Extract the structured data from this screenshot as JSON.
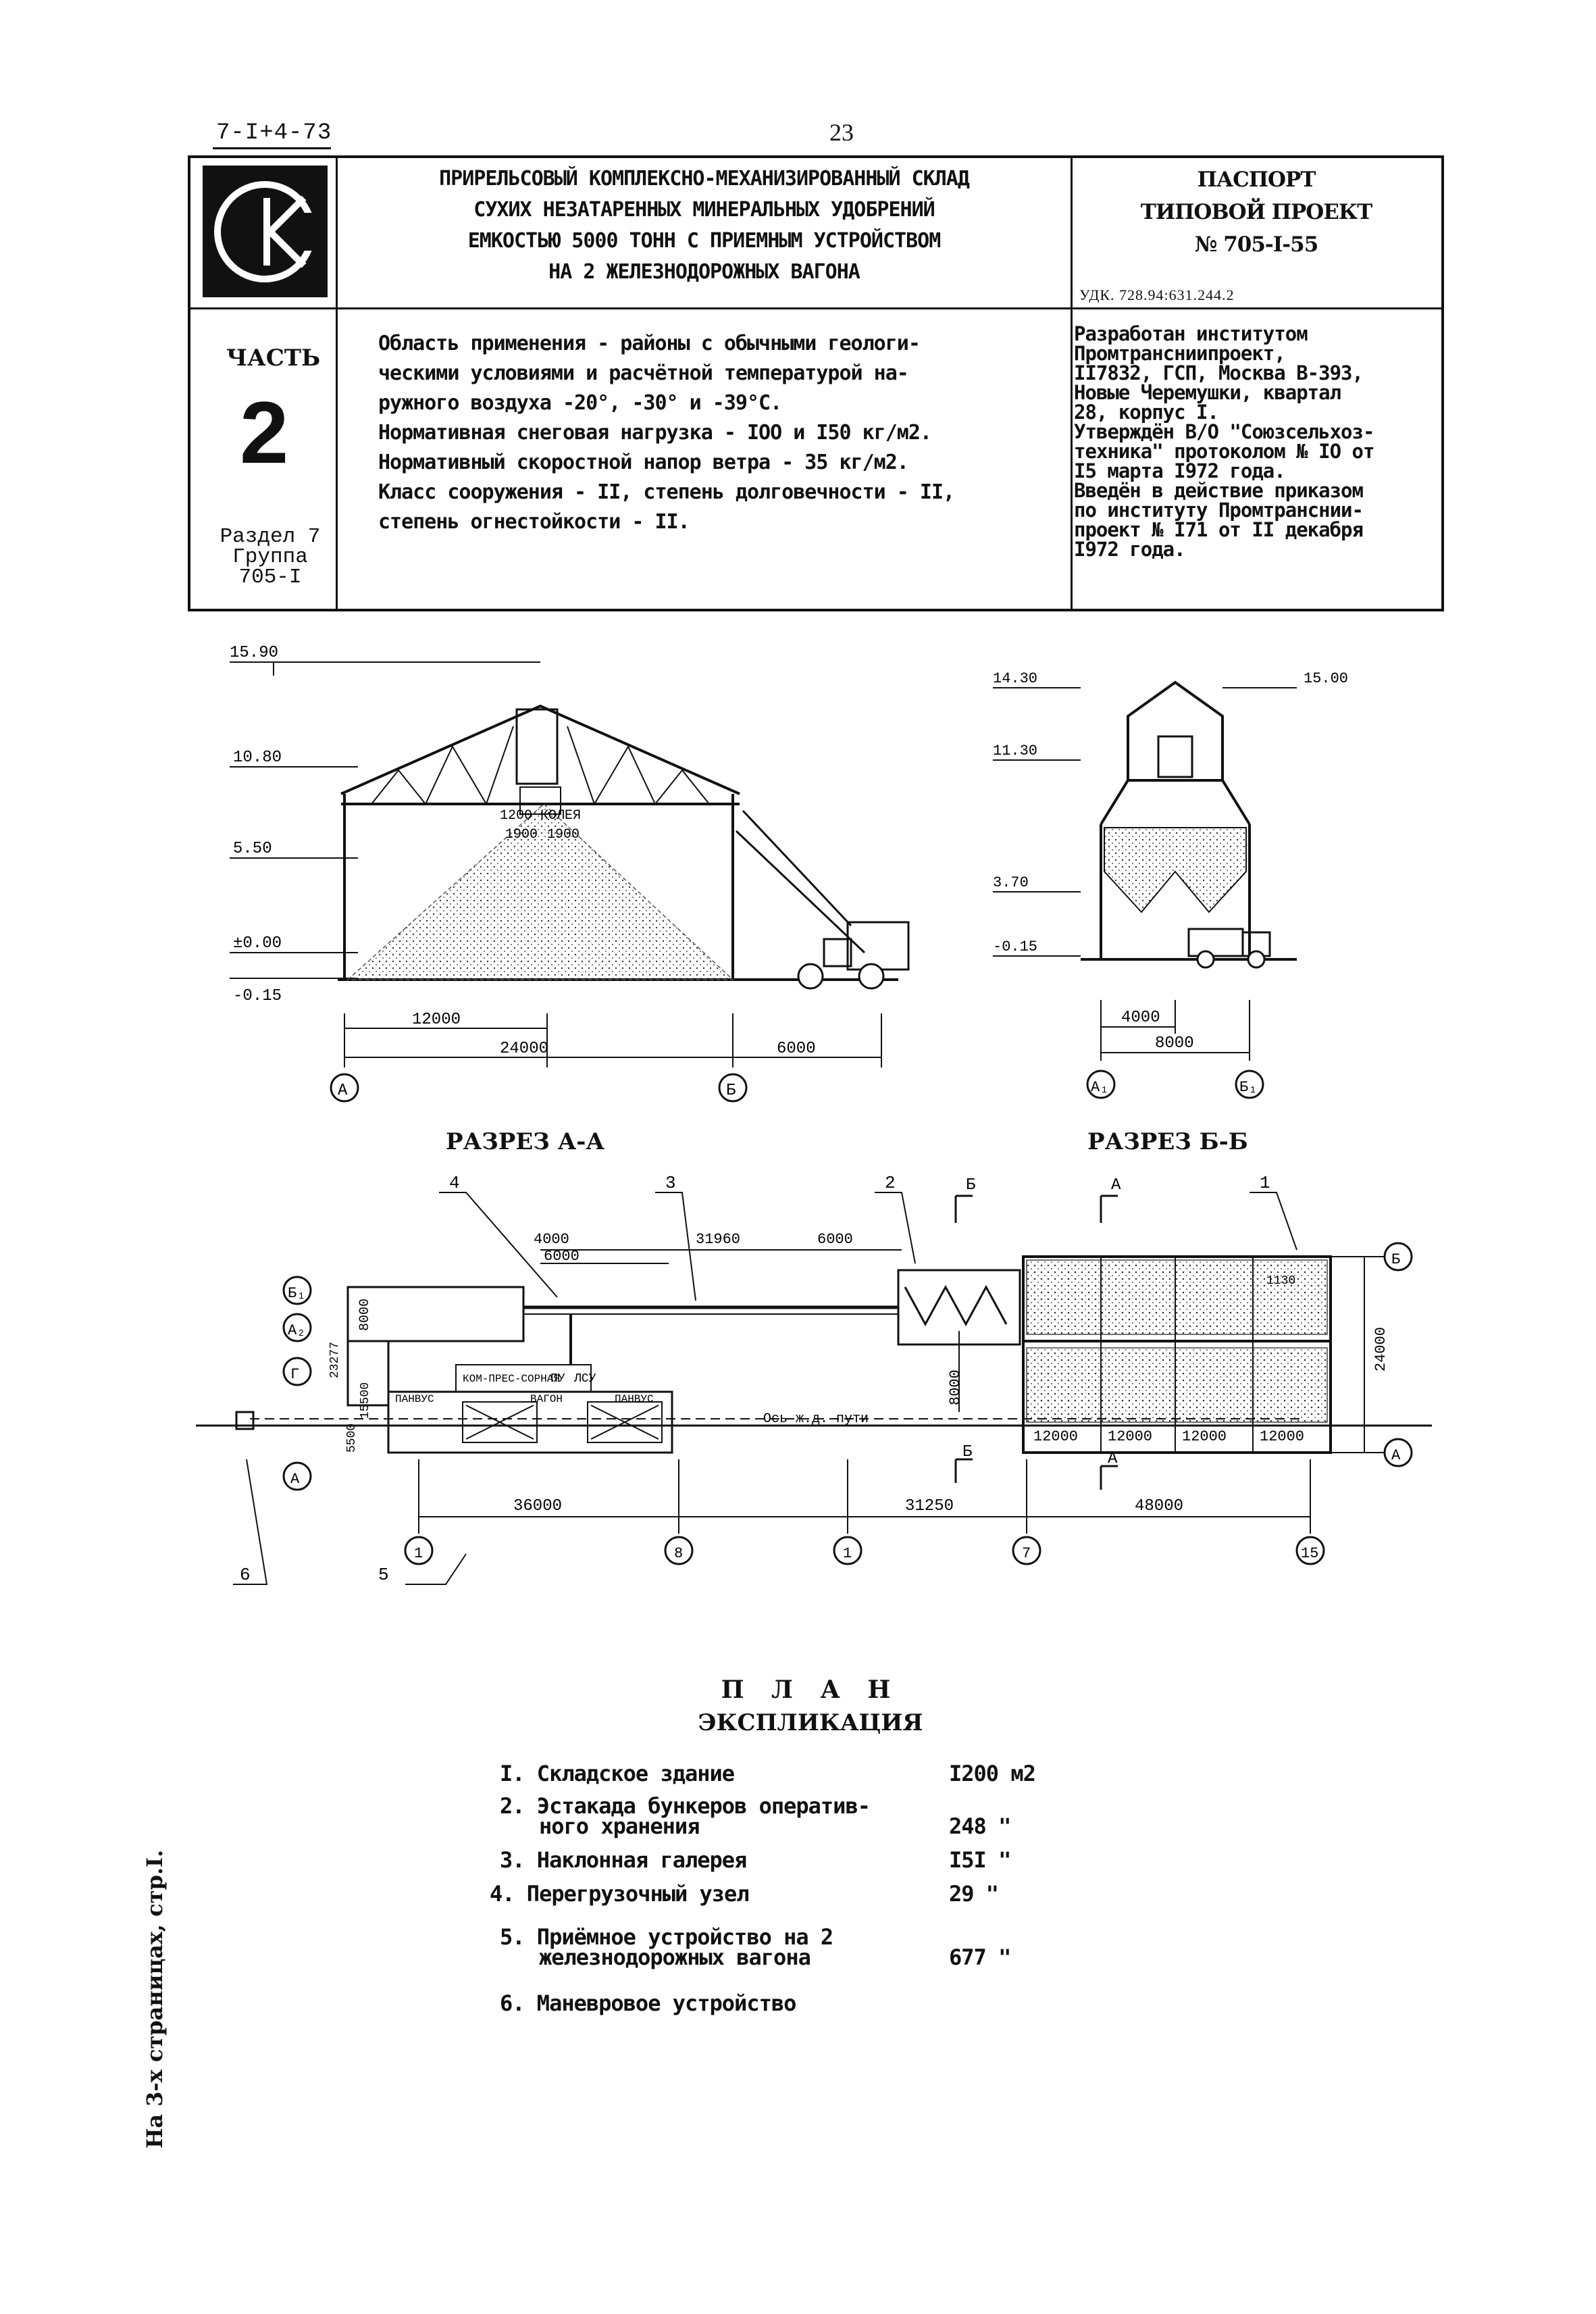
{
  "header": {
    "series_code": "7-I+4-73",
    "page_number": "23"
  },
  "title_block": {
    "lines": [
      "ПРИРЕЛЬСОВЫЙ КОМПЛЕКСНО-МЕХАНИЗИРОВАННЫЙ СКЛАД",
      "СУХИХ НЕЗАТАРЕННЫХ МИНЕРАЛЬНЫХ УДОБРЕНИЙ",
      "ЕМКОСТЬЮ 5000 ТОНН С ПРИЕМНЫМ УСТРОЙСТВОМ",
      "НА 2 ЖЕЛЕЗНОДОРОЖНЫХ ВАГОНА"
    ],
    "logo_letters": "СК"
  },
  "passport": {
    "lines": [
      "ПАСПОРТ",
      "ТИПОВОЙ ПРОЕКТ",
      "№ 705-I-55"
    ],
    "udk": "УДК. 728.94:631.244.2"
  },
  "part": {
    "label": "ЧАСТЬ",
    "number": "2",
    "section_lines": [
      "Раздел 7",
      "Группа",
      "705-I"
    ]
  },
  "scope_text": [
    "Область применения - районы с обычными геологи-",
    "ческими условиями и расчётной температурой на-",
    "ружного воздуха -20°, -30° и -39°С.",
    "Нормативная снеговая нагрузка - IOO и I50 кг/м2.",
    "Нормативный скоростной напор ветра - 35 кг/м2.",
    "Класс сооружения - II, степень долговечности - II,",
    "степень огнестойкости - II."
  ],
  "developer_text": [
    "Разработан институтом",
    "Промтрансниипроект,",
    "II7832, ГСП, Москва В-393,",
    "Новые Черемушки, квартал",
    "28, корпус I.",
    "Утверждён В/О \"Союзсельхоз-",
    "техника\" протоколом № IO от",
    "I5 марта I972 года.",
    "Введён в действие приказом",
    "по институту Промтранснии-",
    "проект № I71   от II декабря",
    "I972 года."
  ],
  "section_aa": {
    "caption": "РАЗРЕЗ А-А",
    "levels": [
      "15.90",
      "10.80",
      "5.50",
      "±0.00",
      "-0.15"
    ],
    "dims": [
      "12000",
      "24000",
      "6000"
    ],
    "inner_labels": [
      "1200 КОЛЕЯ",
      "1900",
      "1900"
    ],
    "axes": [
      "А",
      "Б"
    ]
  },
  "section_bb": {
    "caption": "РАЗРЕЗ Б-Б",
    "levels": [
      "14.30",
      "15.00",
      "11.30",
      "3.70",
      "-0.15"
    ],
    "dims": [
      "4000",
      "8000"
    ],
    "axes": [
      "А₁",
      "Б₁"
    ]
  },
  "plan": {
    "title": "П Л А Н",
    "callouts": [
      "1",
      "2",
      "3",
      "4",
      "5",
      "6"
    ],
    "section_marks": [
      "Б",
      "А",
      "Б",
      "А"
    ],
    "dims_top": [
      "4000",
      "6000",
      "31960",
      "6000"
    ],
    "dims_bottom": [
      "36000",
      "31250",
      "48000"
    ],
    "dims_bays": [
      "12000",
      "12000",
      "12000",
      "12000"
    ],
    "dims_side": [
      "8000",
      "23277",
      "15500",
      "5500",
      "8000",
      "24000",
      "1130"
    ],
    "axis_left": [
      "Б₁",
      "А₂",
      "Г",
      "А"
    ],
    "axis_right": [
      "Б",
      "А"
    ],
    "axis_bottom": [
      "1",
      "8",
      "1",
      "7",
      "15"
    ],
    "rooms": [
      "КОМ-ПРЕС-СОРНАЯ",
      "ПУ",
      "ЛСУ",
      "ПАНВУС",
      "ВАГОН",
      "ПАНВУС"
    ],
    "track_label": "Ось ж.д. пути"
  },
  "explication": {
    "title": "ЭКСПЛИКАЦИЯ",
    "items": [
      {
        "num": "I.",
        "name_lines": [
          "Складское здание"
        ],
        "value": "I200 м2"
      },
      {
        "num": "2.",
        "name_lines": [
          "Эстакада бункеров оператив-",
          "ного хранения"
        ],
        "value": "248  \""
      },
      {
        "num": "3.",
        "name_lines": [
          "Наклонная галерея"
        ],
        "value": "I5I  \""
      },
      {
        "num": "4.",
        "name_lines": [
          "Перегрузочный узел"
        ],
        "value": "29   \""
      },
      {
        "num": "5.",
        "name_lines": [
          "Приёмное устройство на 2",
          "железнодорожных вагона"
        ],
        "value": "677  \""
      },
      {
        "num": "6.",
        "name_lines": [
          "Маневровое устройство"
        ],
        "value": ""
      }
    ]
  },
  "side_note": "На 3-х страницах, стр.I."
}
